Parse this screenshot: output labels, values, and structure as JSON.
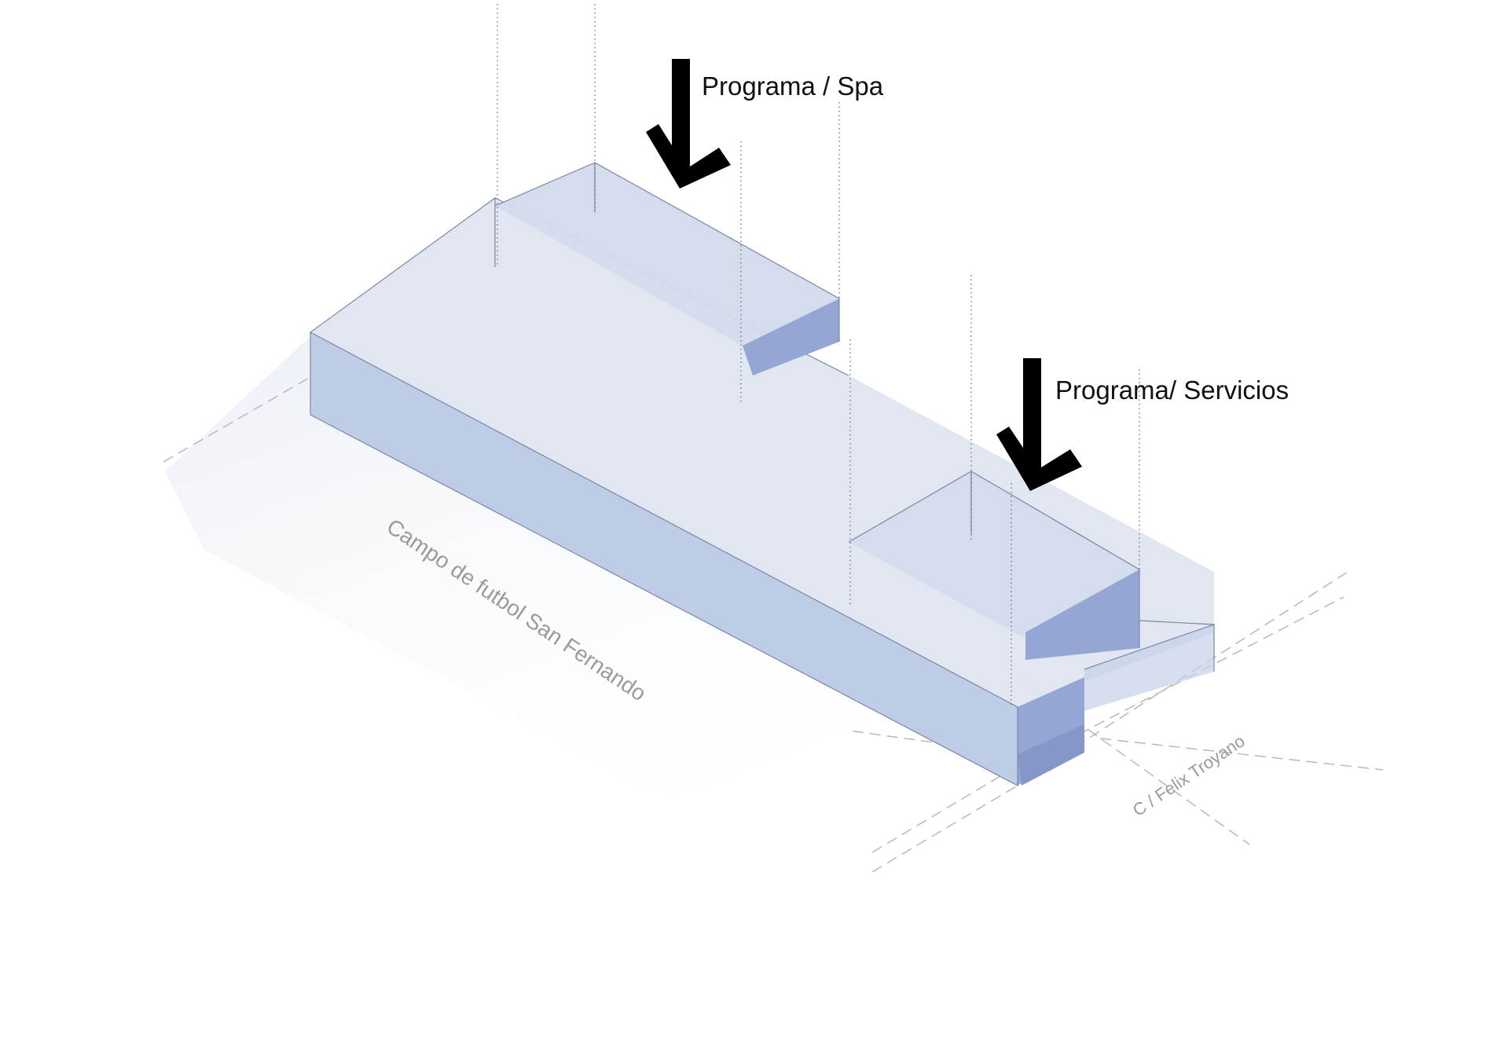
{
  "labels": {
    "spa": "Programa / Spa",
    "services": "Programa/ Servicios",
    "field": "Campo de futbol San Fernando",
    "street": "C / Felix Troyano"
  },
  "colors": {
    "top_face": "#dfe4ef",
    "side_face": "#bfcce6",
    "dark_face": "#94a6d3",
    "box_top": "#d3dbec",
    "arrow": "#000000",
    "label": "#111111",
    "site_label": "#9a9a9a"
  },
  "icons": [
    "down-arrow-icon",
    "down-arrow-icon"
  ]
}
